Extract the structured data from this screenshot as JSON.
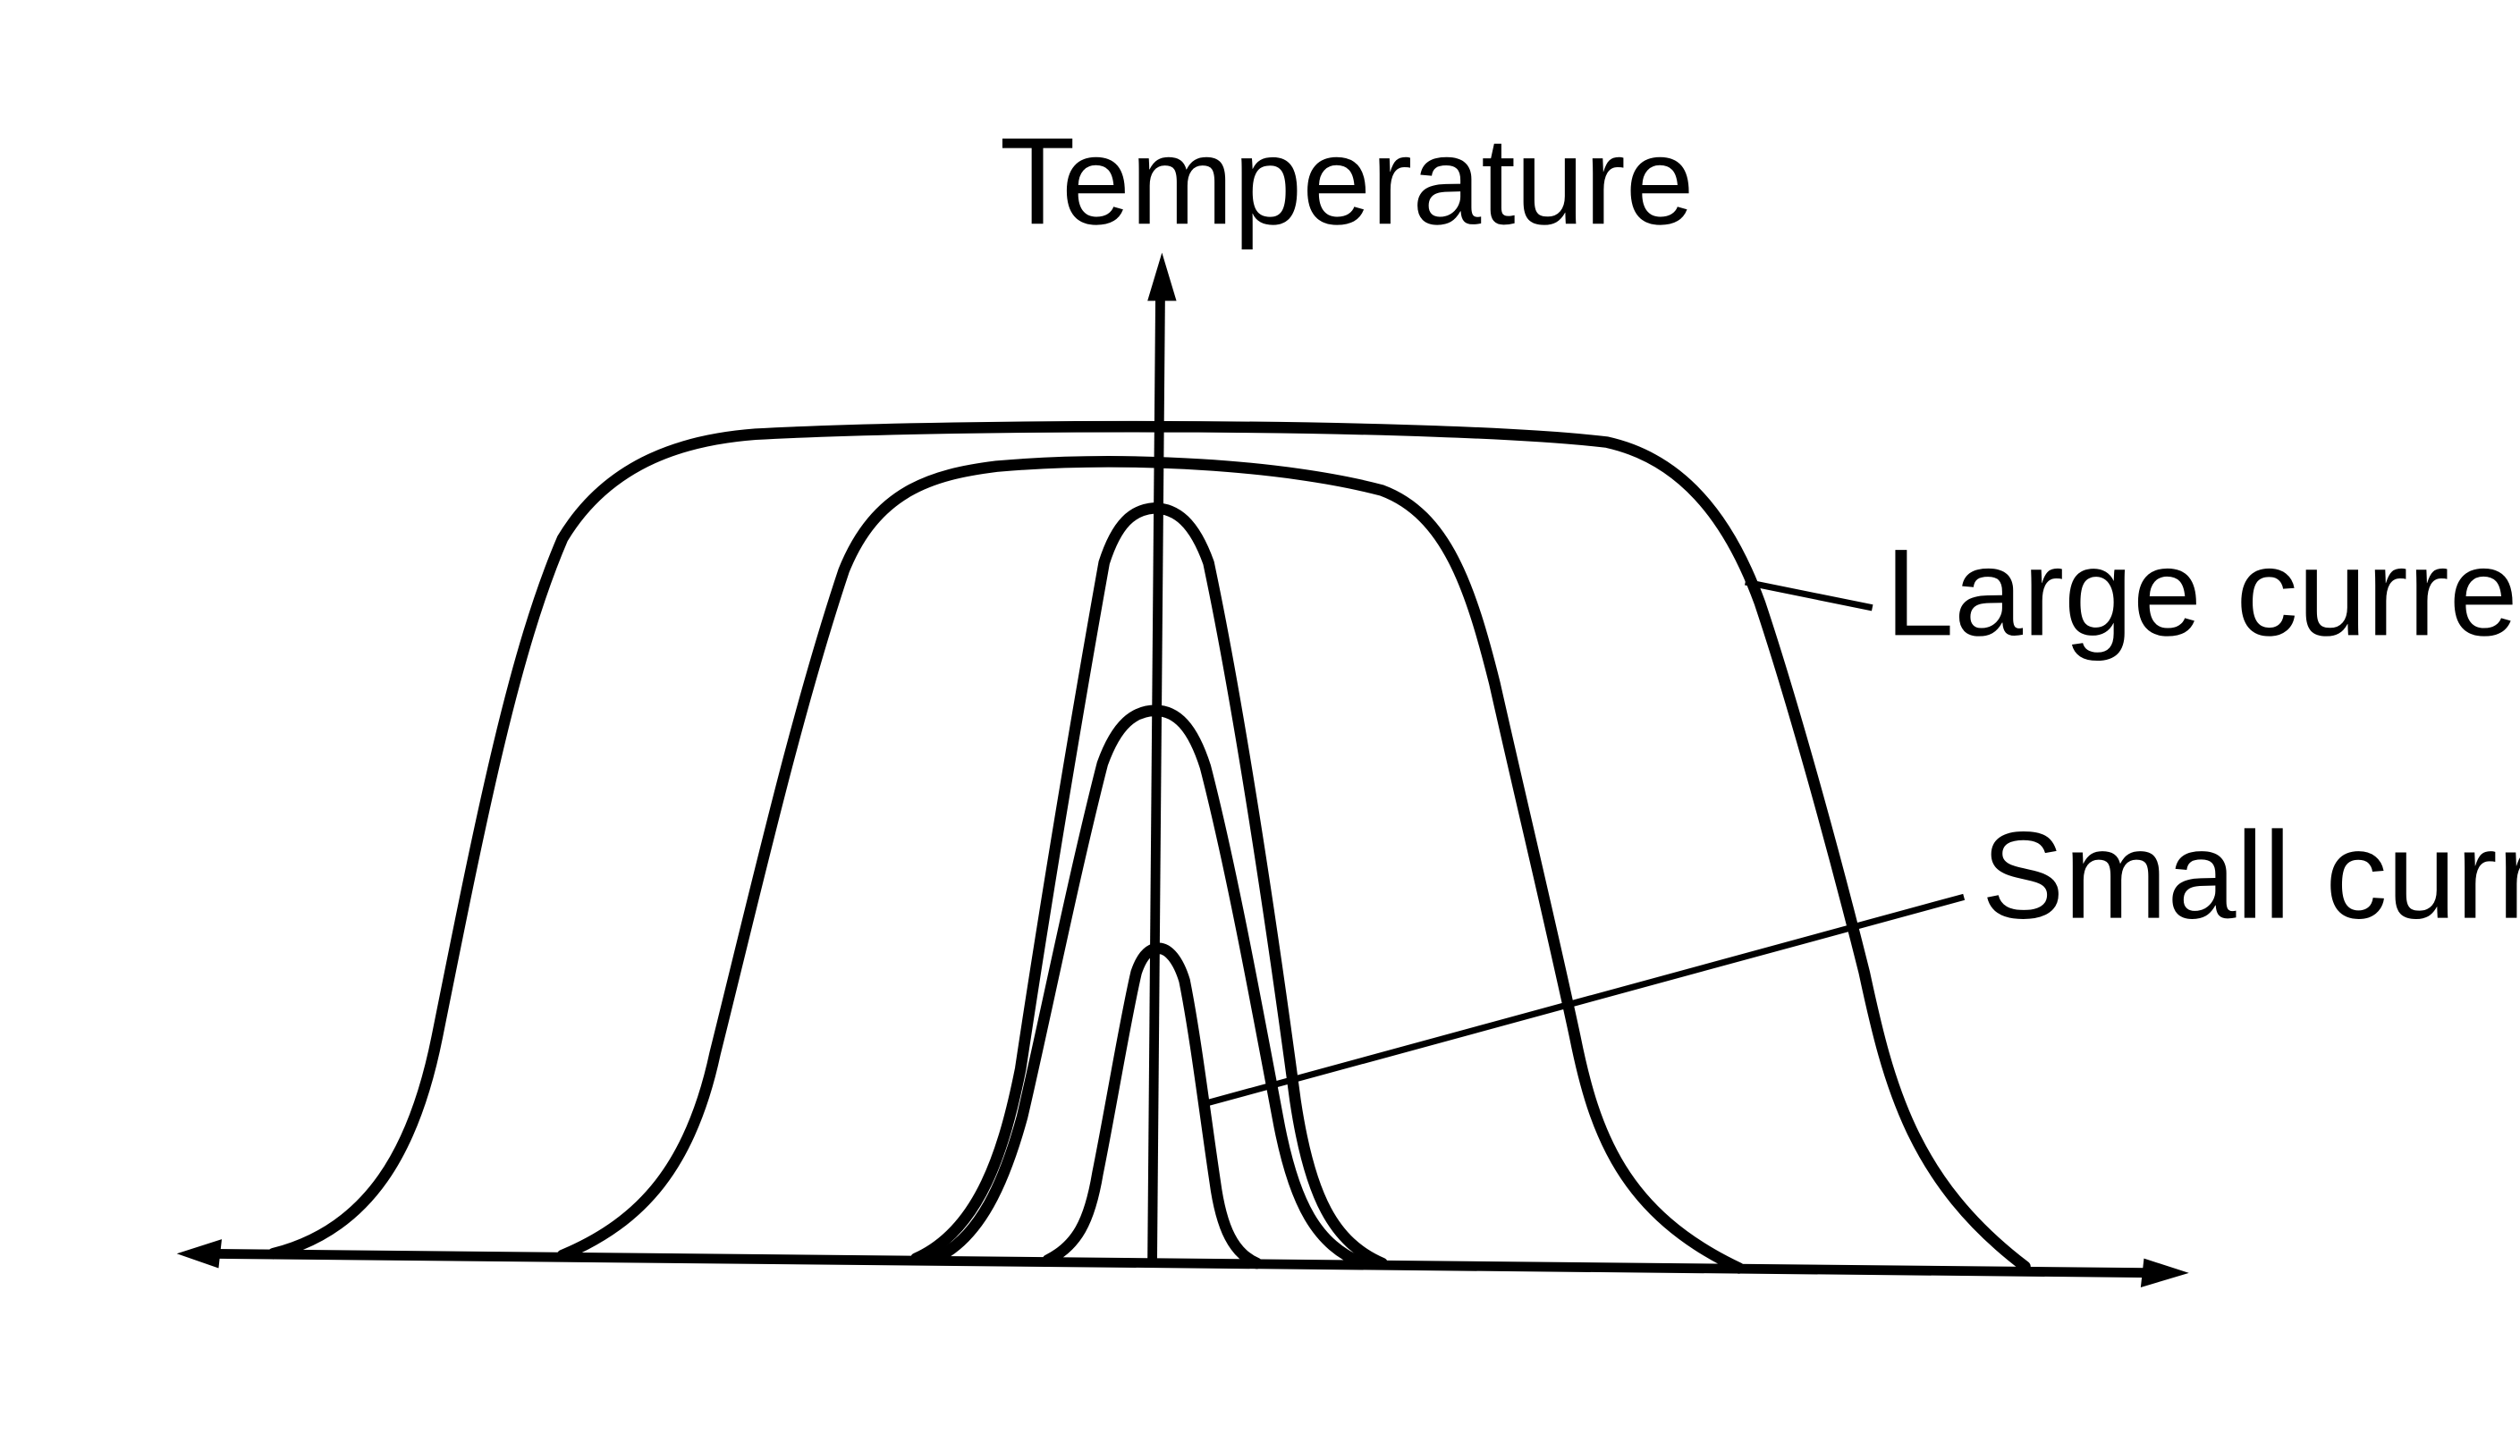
{
  "diagram": {
    "y_axis_label": "Temperature",
    "annotations": {
      "large_current": "Large current",
      "small_current": "Small current"
    },
    "stroke_color": "#000000",
    "background_color": "#ffffff"
  }
}
